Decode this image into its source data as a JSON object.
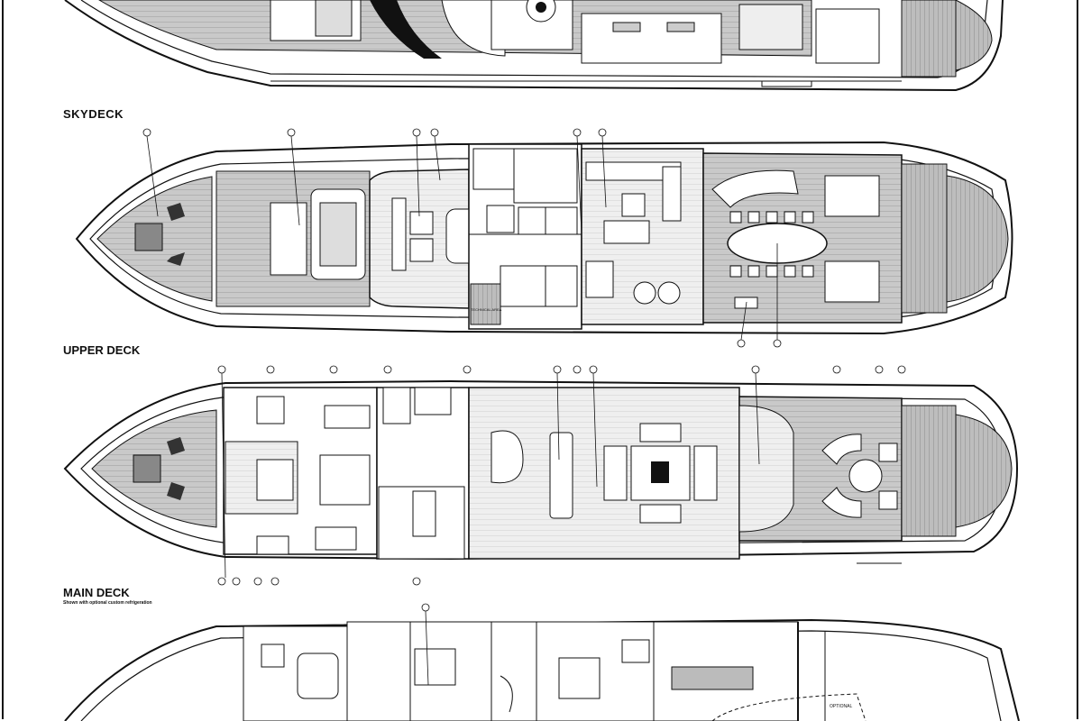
{
  "decks": [
    {
      "id": "skydeck",
      "label": "SKYDECK"
    },
    {
      "id": "upper",
      "label": "UPPER DECK"
    },
    {
      "id": "main",
      "label": "MAIN DECK",
      "note": "Shown with optional custom refrigeration"
    }
  ],
  "annotations": {
    "technical_area": "TECHNICAL AREA",
    "optional": "OPTIONAL"
  },
  "colors": {
    "line": "#111111",
    "teak": "#bdbdbd",
    "teak_dark": "#8f8f8f",
    "glass": "#111111"
  }
}
